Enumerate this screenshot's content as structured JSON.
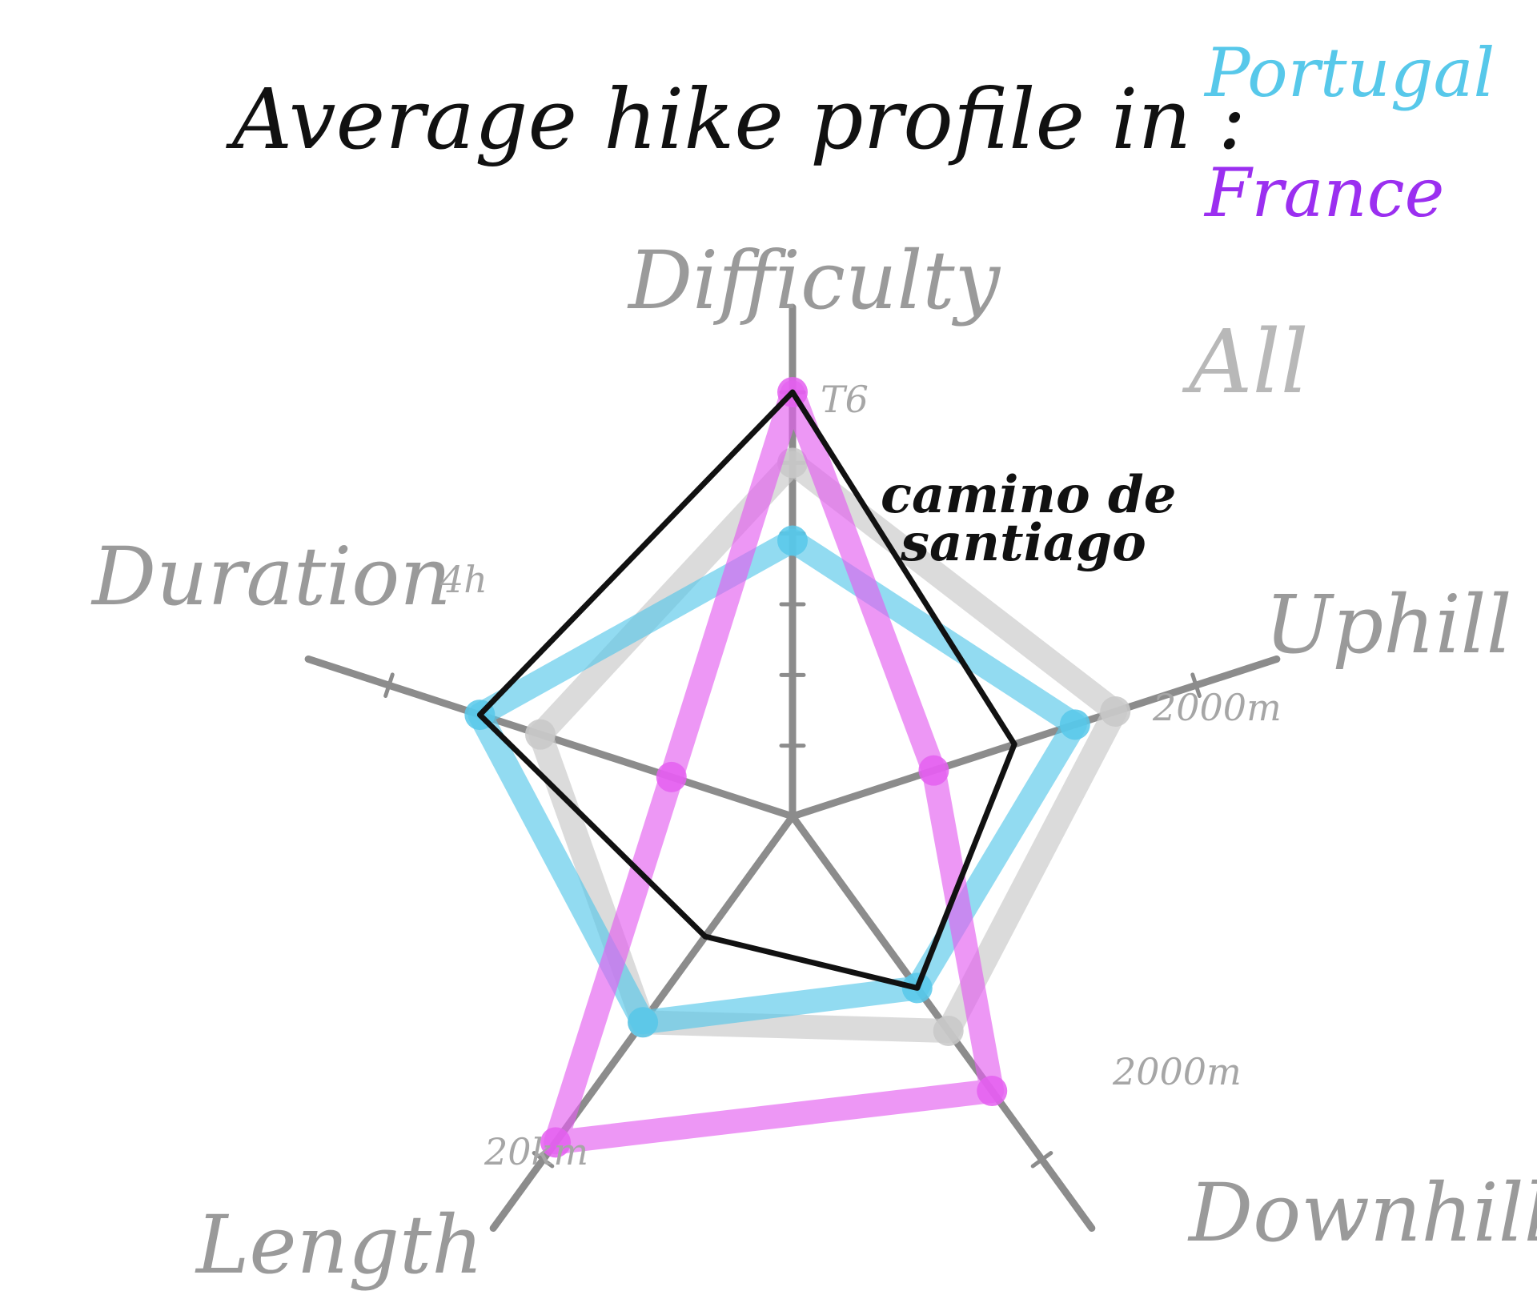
{
  "chart_data": {
    "type": "radar",
    "title": "Average hike profile in :",
    "legend": [
      {
        "label": "Portugal",
        "color": "#57c8ea"
      },
      {
        "label": "France",
        "color": "#9b2ff0"
      }
    ],
    "axes": [
      {
        "label": "Difficulty",
        "tick_label": "T6",
        "max": 6
      },
      {
        "label": "Uphill",
        "tick_label": "2000m",
        "max": 2000
      },
      {
        "label": "Downhill",
        "tick_label": "2000m",
        "max": 2000
      },
      {
        "label": "Length",
        "tick_label": "20km",
        "max": 20
      },
      {
        "label": "Duration",
        "tick_label": "4h",
        "max": 4
      }
    ],
    "series": [
      {
        "name": "All",
        "color": "#c8c8c8",
        "values": [
          5,
          1600,
          1250,
          12,
          2.5
        ]
      },
      {
        "name": "Portugal",
        "color": "#57c8ea",
        "values": [
          3.9,
          1400,
          1000,
          12,
          3.1
        ]
      },
      {
        "name": "France",
        "color": "#e45ff0",
        "values": [
          6,
          700,
          1600,
          19,
          1.2
        ]
      },
      {
        "name": "camino de santiago",
        "color": "#111111",
        "values": [
          6,
          1100,
          1000,
          7,
          3.1
        ]
      }
    ],
    "annotations": [
      "camino de",
      "santiago"
    ]
  }
}
